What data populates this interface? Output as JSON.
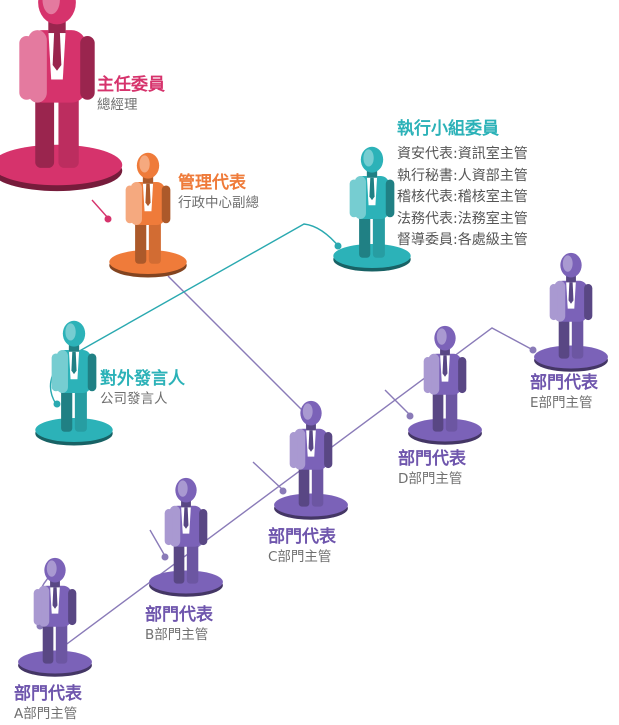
{
  "colors": {
    "chair": "#d6336c",
    "manager": "#ef7b3a",
    "exec": "#2cb2b8",
    "spokes": "#2cb2b8",
    "dept": "#7b62b8",
    "line_purple": "#8a7bb8",
    "line_teal": "#2aa9b0",
    "line_pink": "#d6336c"
  },
  "chair": {
    "title": "主任委員",
    "subtitle": "總經理"
  },
  "manager": {
    "title": "管理代表",
    "subtitle": "行政中心副總"
  },
  "exec": {
    "title": "執行小組委員",
    "members": [
      "資安代表:資訊室主管",
      "執行秘書:人資部主管",
      "稽核代表:稽核室主管",
      "法務代表:法務室主管",
      "督導委員:各處級主管"
    ]
  },
  "spokes": {
    "title": "對外發言人",
    "subtitle": "公司發言人"
  },
  "depts": [
    {
      "title": "部門代表",
      "subtitle": "A部門主管"
    },
    {
      "title": "部門代表",
      "subtitle": "B部門主管"
    },
    {
      "title": "部門代表",
      "subtitle": "C部門主管"
    },
    {
      "title": "部門代表",
      "subtitle": "D部門主管"
    },
    {
      "title": "部門代表",
      "subtitle": "E部門主管"
    }
  ]
}
